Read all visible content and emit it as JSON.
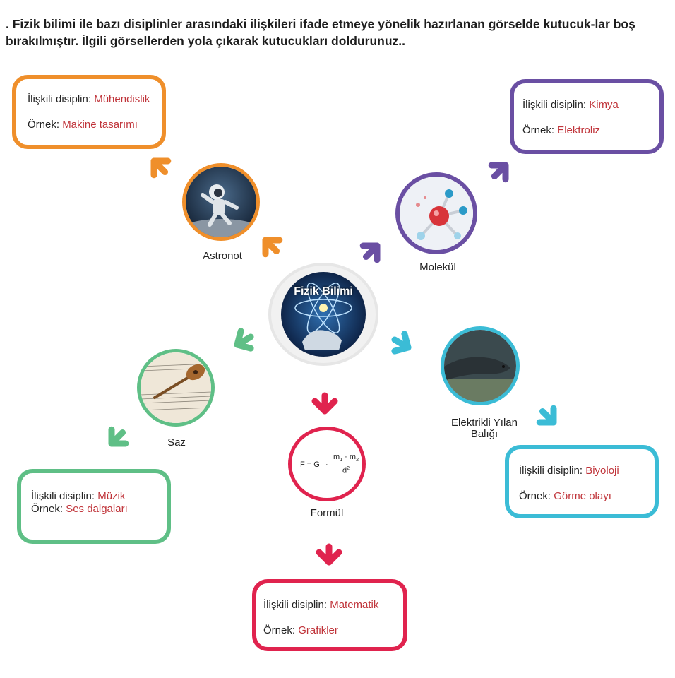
{
  "question": ". Fizik bilimi ile bazı disiplinler arasındaki ilişkileri ifade etmeye yönelik hazırlanan görselde kutucuk-lar boş bırakılmıştır. İlgili görsellerden yola çıkarak kutucukları doldurunuz..",
  "center": {
    "title": "Fizik Bilimi"
  },
  "labels": {
    "astronot": "Astronot",
    "molekul": "Molekül",
    "saz": "Saz",
    "formul": "Formül",
    "yilan_line1": "Elektrikli Yılan",
    "yilan_line2": "Balığı"
  },
  "boxes": {
    "muhendislik": {
      "disiplin_label": "İlişkili disiplin:",
      "disiplin": "Mühendislik",
      "ornek_label": "Örnek:",
      "ornek": "Makine tasarımı",
      "color": "#ef8f2b"
    },
    "kimya": {
      "disiplin_label": "İlişkili disiplin:",
      "disiplin": "Kimya",
      "ornek_label": "Örnek:",
      "ornek": "Elektroliz",
      "color": "#6a4fa3"
    },
    "muzik": {
      "disiplin_label": "İlişkili disiplin:",
      "disiplin": "Müzik",
      "ornek_label": "Örnek:",
      "ornek": "Ses dalgaları",
      "color": "#5fbf86"
    },
    "biyoloji": {
      "disiplin_label": "İlişkili disiplin:",
      "disiplin": "Biyoloji",
      "ornek_label": "Örnek:",
      "ornek": "Görme olayı",
      "color": "#3bbcd6"
    },
    "matematik": {
      "disiplin_label": "İlişkili disiplin:",
      "disiplin": "Matematik",
      "ornek_label": "Örnek:",
      "ornek": "Grafikler",
      "color": "#e0234e"
    }
  },
  "formula": {
    "lhs": "F = G",
    "num": "m",
    "sub1": "1",
    "dot": "·",
    "sub2": "2",
    "den": "d",
    "exp": "2"
  }
}
